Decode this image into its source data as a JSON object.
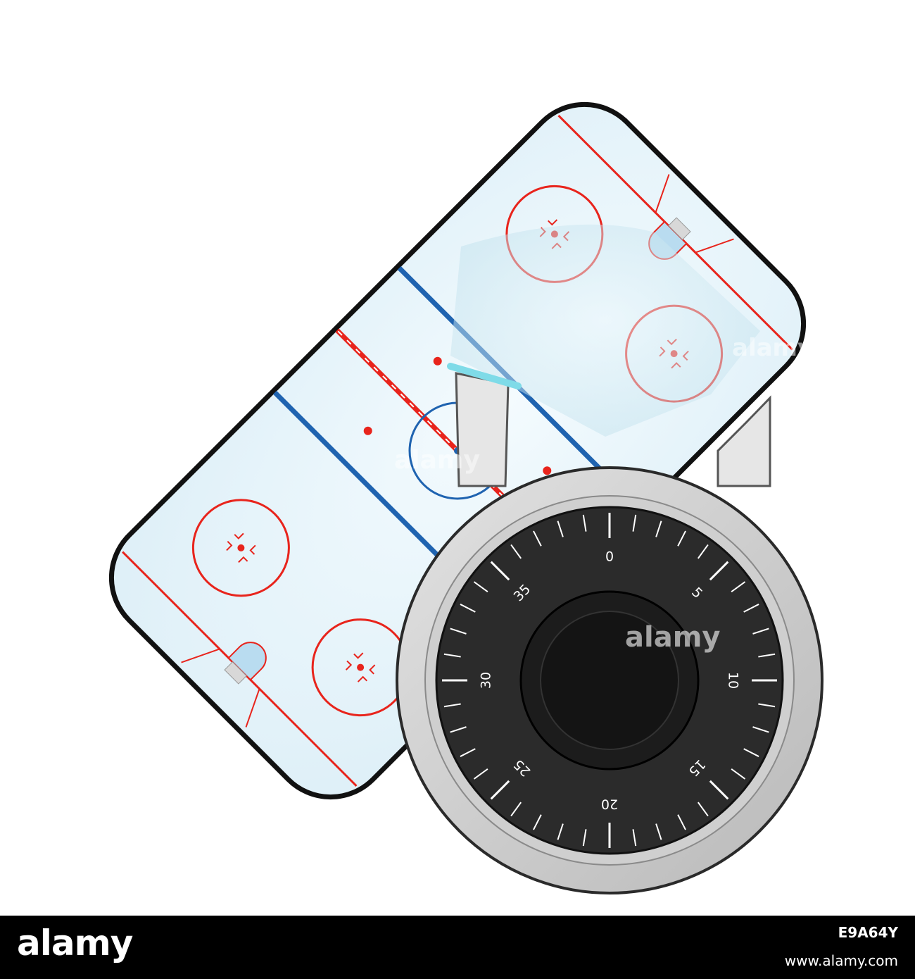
{
  "illustration": {
    "subject": "hockey-rink-with-combination-lock",
    "colors": {
      "ice": "#e4f3fb",
      "red_line": "#e8241c",
      "blue_line": "#1f63b0",
      "board": "#111111",
      "dial_face": "#2b2b2b",
      "lock_body": "#d6d6d6"
    }
  },
  "dial": {
    "numbers": [
      "0",
      "5",
      "10",
      "15",
      "20",
      "25",
      "30",
      "35"
    ]
  },
  "watermarks": [
    "alamy",
    "alamy",
    "alamy",
    "alamy"
  ],
  "footer": {
    "brand": "alamy",
    "image_id": "E9A64Y",
    "url": "www.alamy.com"
  }
}
